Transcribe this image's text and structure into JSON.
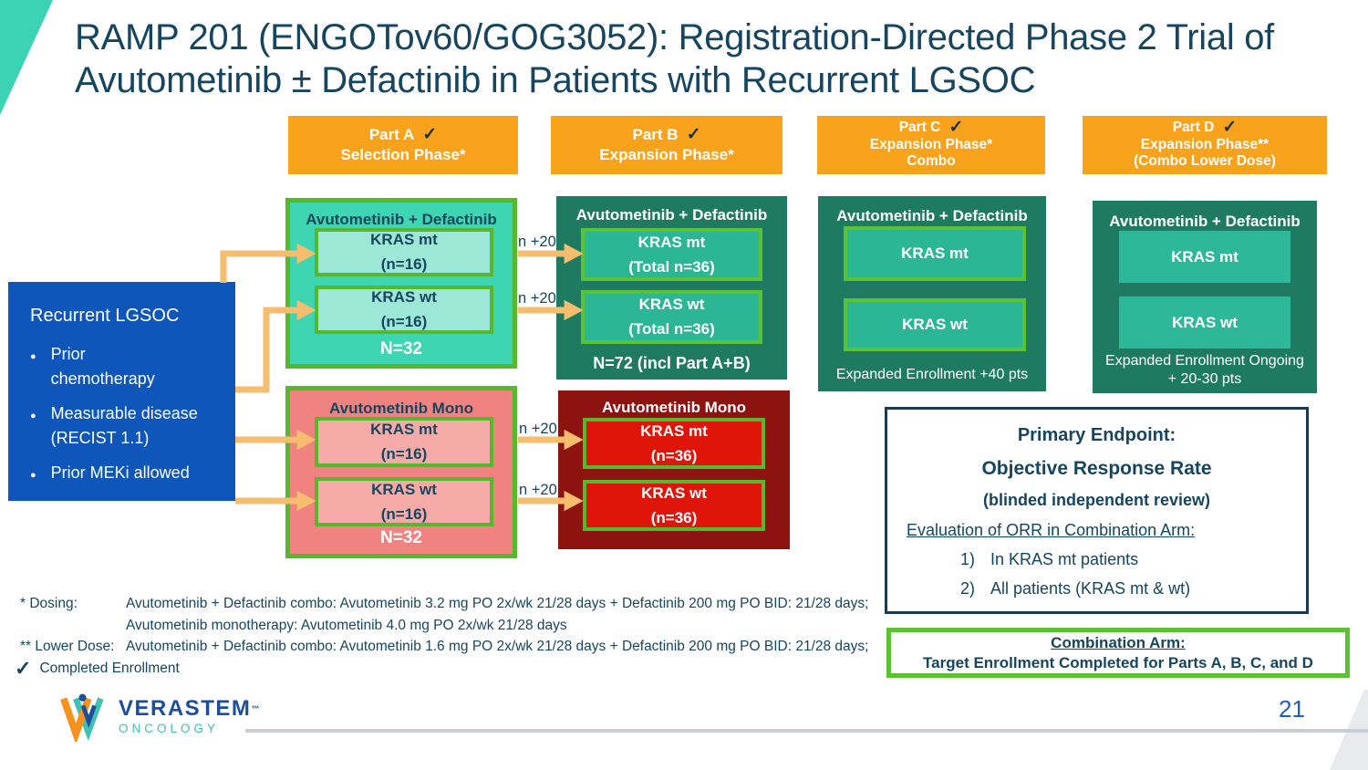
{
  "slide": {
    "title_line1": "RAMP 201 (ENGOTov60/GOG3052): Registration-Directed Phase 2 Trial of",
    "title_line2": "Avutometinib ± Defactinib in Patients with Recurrent LGSOC",
    "page_number": "21"
  },
  "headers": {
    "part_a": {
      "name": "Part A",
      "check": "✓",
      "phase": "Selection Phase*"
    },
    "part_b": {
      "name": "Part B",
      "check": "✓",
      "phase": "Expansion Phase*"
    },
    "part_c": {
      "name": "Part C",
      "check": "✓",
      "phase": "Expansion Phase*",
      "phase2": "Combo"
    },
    "part_d": {
      "name": "Part D",
      "check": "✓",
      "phase": "Expansion Phase**",
      "phase2": "(Combo Lower Dose)"
    }
  },
  "eligibility": {
    "title": "Recurrent LGSOC",
    "bullets": [
      "Prior chemotherapy",
      "Measurable disease (RECIST 1.1)",
      "Prior MEKi allowed"
    ]
  },
  "part_a": {
    "combo": {
      "title": "Avutometinib + Defactinib",
      "mt_label": "KRAS mt",
      "mt_n": "(n=16)",
      "wt_label": "KRAS wt",
      "wt_n": "(n=16)",
      "total": "N=32"
    },
    "mono": {
      "title": "Avutometinib Mono",
      "mt_label": "KRAS mt",
      "mt_n": "(n=16)",
      "wt_label": "KRAS wt",
      "wt_n": "(n=16)",
      "total": "N=32"
    }
  },
  "part_b": {
    "combo": {
      "title": "Avutometinib + Defactinib",
      "mt_label": "KRAS mt",
      "mt_n": "(Total n=36)",
      "wt_label": "KRAS wt",
      "wt_n": "(Total n=36)",
      "total": "N=72 (incl Part A+B)"
    },
    "mono": {
      "title": "Avutometinib Mono",
      "mt_label": "KRAS mt",
      "mt_n": "(n=36)",
      "wt_label": "KRAS wt",
      "wt_n": "(n=36)"
    }
  },
  "part_c_box": {
    "title": "Avutometinib + Defactinib",
    "mt_label": "KRAS mt",
    "wt_label": "KRAS wt",
    "footer": "Expanded Enrollment +40 pts"
  },
  "part_d_box": {
    "title": "Avutometinib + Defactinib",
    "mt_label": "KRAS mt",
    "wt_label": "KRAS wt",
    "footer1": "Expanded Enrollment Ongoing",
    "footer2": "+ 20-30 pts"
  },
  "arrows": {
    "label1": "n +20",
    "label2": "n +20",
    "label3": "n +20",
    "label4": "n +20"
  },
  "primary_endpoint": {
    "title": "Primary Endpoint:",
    "measure": "Objective Response Rate",
    "review": "(blinded independent review)",
    "subheading": "Evaluation of ORR in Combination Arm:",
    "item1_num": "1)",
    "item1_text": "In KRAS mt patients",
    "item2_num": "2)",
    "item2_text": "All patients (KRAS mt & wt)"
  },
  "combination_arm": {
    "title": "Combination Arm:",
    "text": "Target Enrollment Completed for Parts A, B, C, and D"
  },
  "footnotes": {
    "dosing_label": "* Dosing:",
    "dosing_combo": "Avutometinib + Defactinib combo: Avutometinib 3.2 mg PO 2x/wk 21/28 days + Defactinib 200 mg PO BID: 21/28 days;",
    "dosing_mono": "Avutometinib monotherapy: Avutometinib 4.0 mg PO 2x/wk 21/28 days",
    "lower_label": "** Lower Dose:",
    "lower_combo": "Avutometinib + Defactinib combo: Avutometinib 1.6 mg PO 2x/wk 21/28 days + Defactinib 200 mg PO BID: 21/28 days;",
    "check": "✓",
    "check_text": "Completed Enrollment"
  },
  "logo": {
    "brand": "VERASTEM",
    "tm": "™",
    "division": "ONCOLOGY"
  },
  "colors": {
    "orange_header": "#F9A21B",
    "teal_corner": "#3BD3B3",
    "combo_teal": "#3ED5B3",
    "combo_teal_light": "#9CE7D6",
    "mono_pink": "#F08380",
    "mono_pink_light": "#F6ABA9",
    "dark_green": "#1F7A62",
    "mid_teal": "#2BB695",
    "dark_red": "#8C1310",
    "bright_red": "#E0150A",
    "green_border": "#56B82D",
    "blue_box": "#0E56BA",
    "navy": "#16465F",
    "arrow_orange": "#F6BD6F",
    "page_number_blue": "#1D5FBE"
  }
}
